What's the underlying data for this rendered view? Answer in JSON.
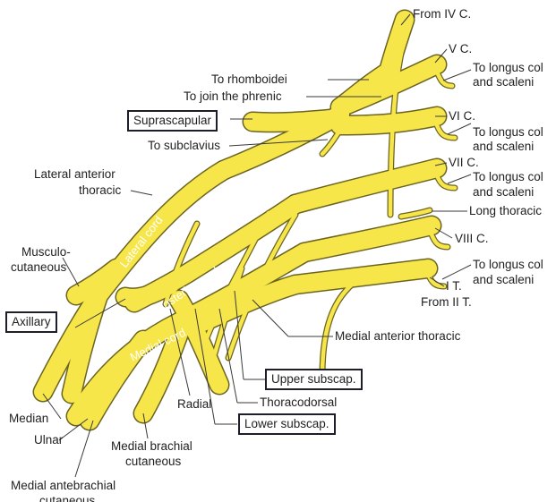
{
  "labels": {
    "from_iv_c": "From IV C.",
    "v_c": "V C.",
    "longus_1a": "To longus col",
    "longus_1b": "and scaleni",
    "rhomboidei": "To rhomboidei",
    "phrenic": "To join the phrenic",
    "suprascapular": "Suprascapular",
    "vi_c": "VI C.",
    "longus_2a": "To longus col",
    "longus_2b": "and scaleni",
    "subclavius": "To subclavius",
    "lat_ant_thoracic_1": "Lateral anterior",
    "lat_ant_thoracic_2": "thoracic",
    "vii_c": "VII C.",
    "longus_3a": "To longus col",
    "longus_3b": "and scaleni",
    "long_thoracic": "Long thoracic",
    "viii_c": "VIII C.",
    "musculo_1": "Musculo-",
    "musculo_2": "cutaneous",
    "longus_4a": "To longus col",
    "longus_4b": "and scaleni",
    "i_t": "I T.",
    "from_ii_t": "From II T.",
    "axillary": "Axillary",
    "medial_ant_thoracic": "Medial anterior thoracic",
    "upper_subscap": "Upper subscap.",
    "radial": "Radial",
    "thoracodorsal": "Thoracodorsal",
    "median": "Median",
    "lower_subscap": "Lower subscap.",
    "ulnar": "Ulnar",
    "med_brachial_1": "Medial brachial",
    "med_brachial_2": "cutaneous",
    "med_antebrachial_1": "Medial antebrachial",
    "med_antebrachial_2": "cutaneous"
  },
  "cords": {
    "lateral": "Lateral cord",
    "posterior": "Posterior cord",
    "medial": "Medial cord"
  },
  "colors": {
    "nerve_fill": "#f7e64a",
    "nerve_outline": "#6b6420",
    "leader": "#3a3a3a",
    "box_border": "#1c1f2a"
  }
}
